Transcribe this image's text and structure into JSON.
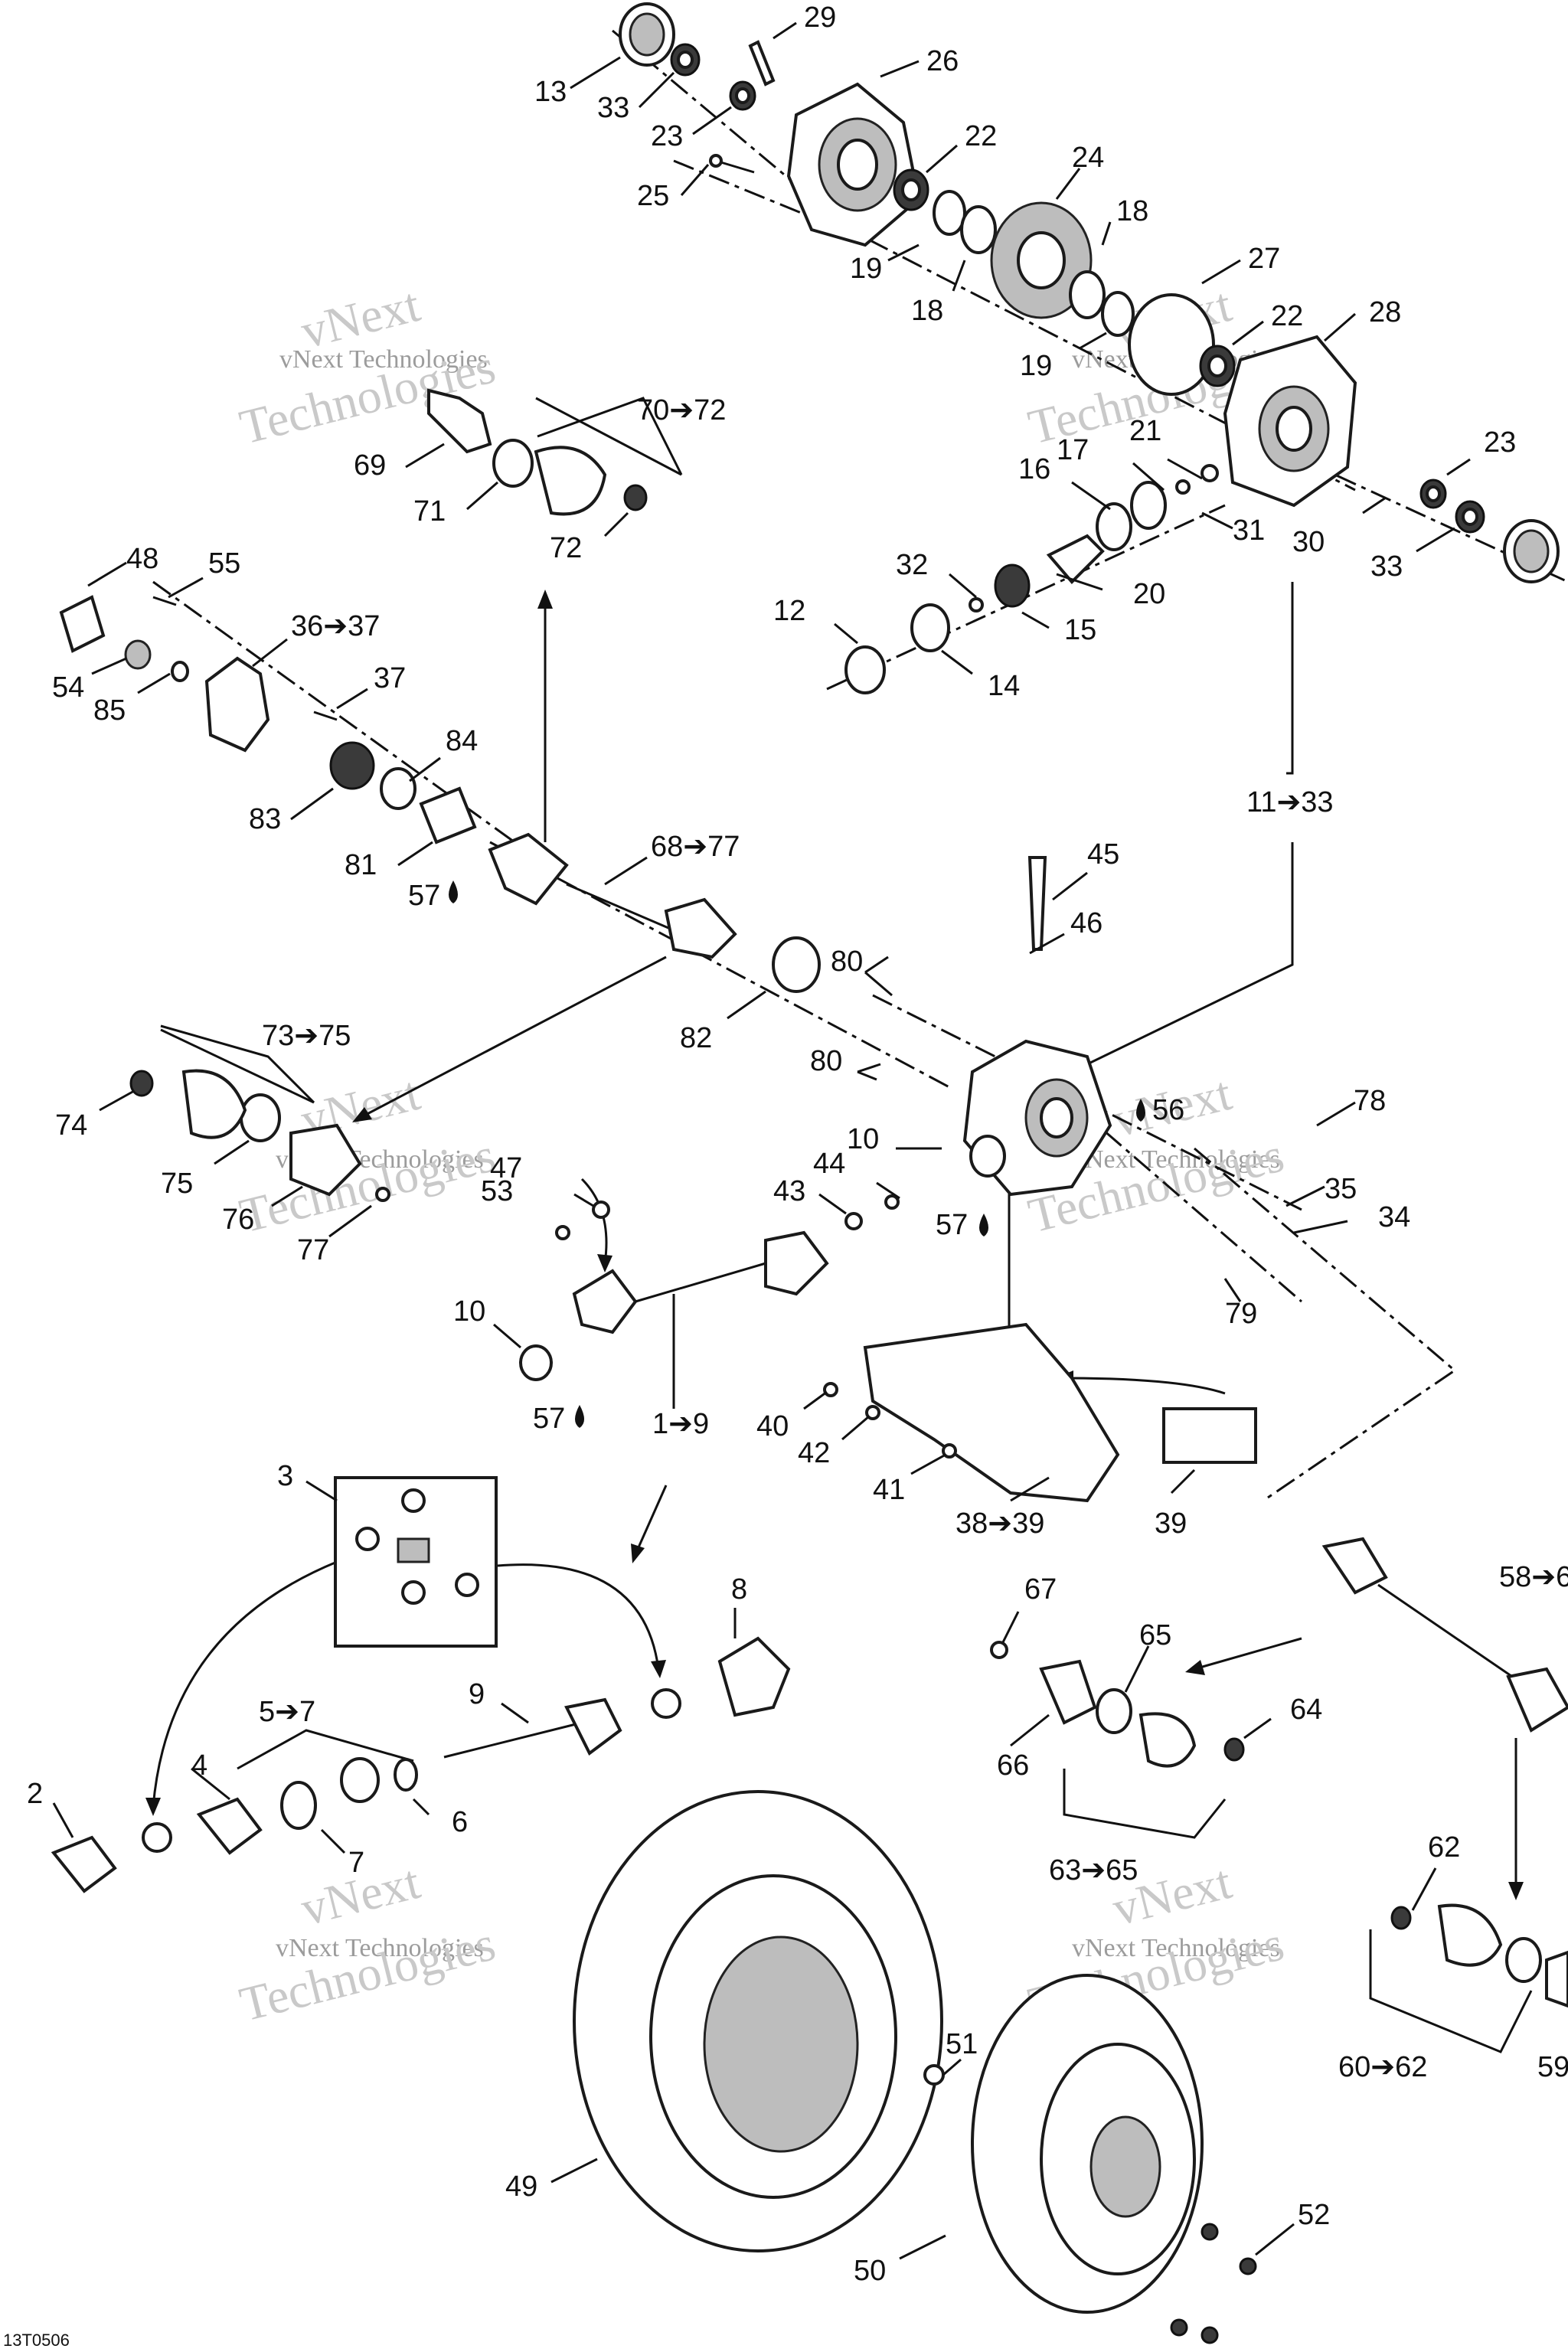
{
  "labels": {
    "l13": "13",
    "l33a": "33",
    "l23a": "23",
    "l29": "29",
    "l26": "26",
    "l22a": "22",
    "l25": "25",
    "l24": "24",
    "l18a": "18",
    "l19a": "19",
    "l18b": "18",
    "l27": "27",
    "l19b": "19",
    "l22b": "22",
    "l28": "28",
    "l23b": "23",
    "l70_72": "70➔72",
    "l69": "69",
    "l71": "71",
    "l72": "72",
    "l21": "21",
    "l17": "17",
    "l16": "16",
    "l31": "31",
    "l30": "30",
    "l33b": "33",
    "l32": "32",
    "l20": "20",
    "l12": "12",
    "l15": "15",
    "l14": "14",
    "l48": "48",
    "l55": "55",
    "l36_37": "36➔37",
    "l37": "37",
    "l54": "54",
    "l85": "85",
    "l84": "84",
    "l83": "83",
    "l81": "81",
    "l57a": "57",
    "l68_77": "68➔77",
    "l11_33": "11➔33",
    "l45": "45",
    "l46": "46",
    "l80a": "80",
    "l82": "82",
    "l73_75": "73➔75",
    "l80b": "80",
    "l56": "56",
    "l78": "78",
    "l74": "74",
    "l75": "75",
    "l10a": "10",
    "l47": "47",
    "l44": "44",
    "l53": "53",
    "l76": "76",
    "l77": "77",
    "l43": "43",
    "l57b": "57",
    "l35": "35",
    "l34": "34",
    "l10b": "10",
    "l79": "79",
    "l57c": "57",
    "l1_9": "1➔9",
    "l40": "40",
    "l42": "42",
    "l41": "41",
    "l38_39": "38➔39",
    "l39": "39",
    "l3": "3",
    "l8": "8",
    "l58": "58➔6",
    "l67": "67",
    "l65": "65",
    "l64": "64",
    "l66": "66",
    "l5_7": "5➔7",
    "l9": "9",
    "l4": "4",
    "l2": "2",
    "l6": "6",
    "l7": "7",
    "l63_65": "63➔65",
    "l62": "62",
    "l60_62": "60➔62",
    "l59": "59",
    "l51": "51",
    "l49": "49",
    "l52": "52",
    "l50": "50"
  },
  "watermark": {
    "big_a": "vNext",
    "big_b": "Technologies",
    "small": "vNext Technologies"
  },
  "footer_code": "13T0506"
}
